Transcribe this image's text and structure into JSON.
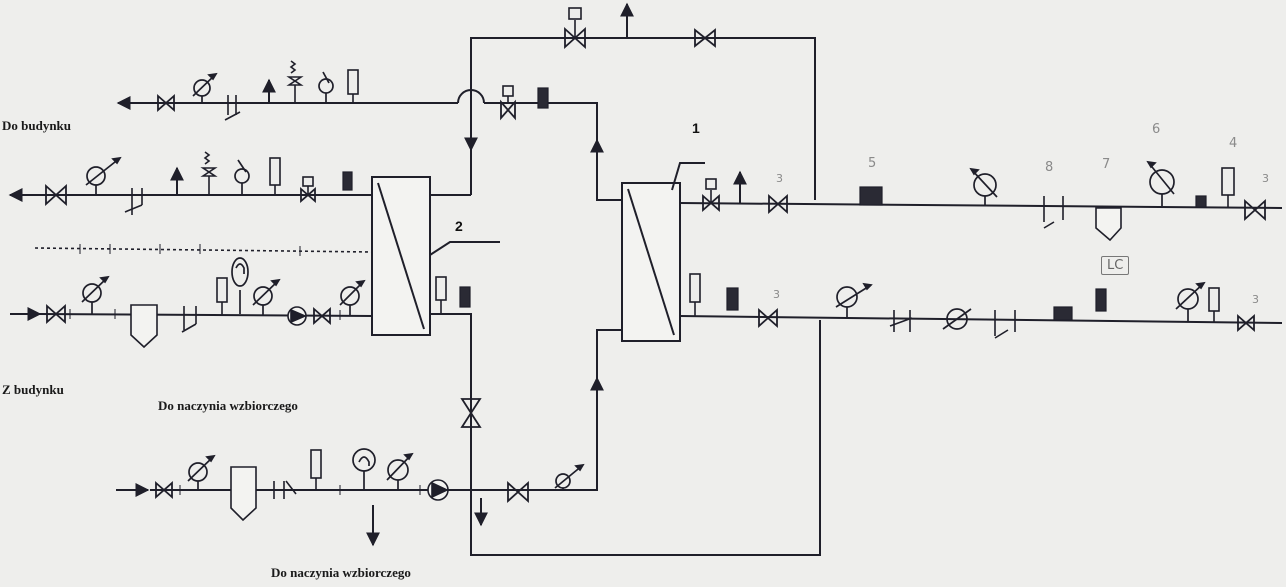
{
  "labels": {
    "do_budynku": "Do budynku",
    "z_budynku": "Z budynku",
    "do_naczynia_1": "Do naczynia wzbiorczego",
    "do_naczynia_2": "Do naczynia wzbiorczego"
  },
  "exchangers": {
    "hx1_number": "1",
    "hx2_number": "2"
  },
  "handwritten": {
    "n5": "5",
    "n6": "6",
    "n4": "4",
    "n8": "8",
    "n7": "7",
    "n3a": "3",
    "n3b": "3",
    "n3c": "3",
    "n3d": "3",
    "lc": "LC"
  },
  "style": {
    "line_color": "#1f1f2a",
    "paper_color": "#eeeeec",
    "pencil_color": "#8a8a8a"
  }
}
